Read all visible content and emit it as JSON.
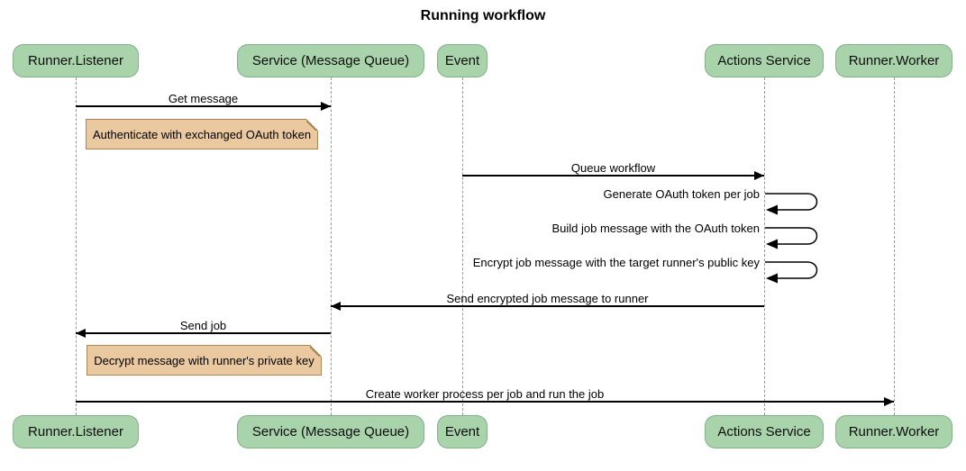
{
  "title": "Running workflow",
  "participants": [
    {
      "label": "Runner.Listener"
    },
    {
      "label": "Service (Message Queue)"
    },
    {
      "label": "Event"
    },
    {
      "label": "Actions Service"
    },
    {
      "label": "Runner.Worker"
    }
  ],
  "messages": [
    {
      "label": "Get message",
      "from": "Runner.Listener",
      "to": "Service (Message Queue)",
      "kind": "arrow"
    },
    {
      "label": "Queue workflow",
      "from": "Event",
      "to": "Actions Service",
      "kind": "arrow"
    },
    {
      "label": "Generate OAuth token per job",
      "from": "Actions Service",
      "to": "Actions Service",
      "kind": "self"
    },
    {
      "label": "Build job message with the OAuth token",
      "from": "Actions Service",
      "to": "Actions Service",
      "kind": "self"
    },
    {
      "label": "Encrypt job message with the target runner's public key",
      "from": "Actions Service",
      "to": "Actions Service",
      "kind": "self"
    },
    {
      "label": "Send encrypted job message to runner",
      "from": "Actions Service",
      "to": "Service (Message Queue)",
      "kind": "arrow"
    },
    {
      "label": "Send job",
      "from": "Service (Message Queue)",
      "to": "Runner.Listener",
      "kind": "arrow"
    },
    {
      "label": "Create worker process per job and run the job",
      "from": "Runner.Listener",
      "to": "Runner.Worker",
      "kind": "arrow"
    }
  ],
  "notes": [
    {
      "label": "Authenticate with exchanged OAuth token",
      "over": "Runner.Listener"
    },
    {
      "label": "Decrypt message with runner's private key",
      "over": "Runner.Listener"
    }
  ],
  "colors": {
    "actor_fill": "#a8d3ab",
    "actor_border": "#84b087",
    "note_fill": "#eac9a0",
    "note_border": "#aa8755",
    "lifeline_color": "#999999",
    "line_color": "#000000"
  }
}
